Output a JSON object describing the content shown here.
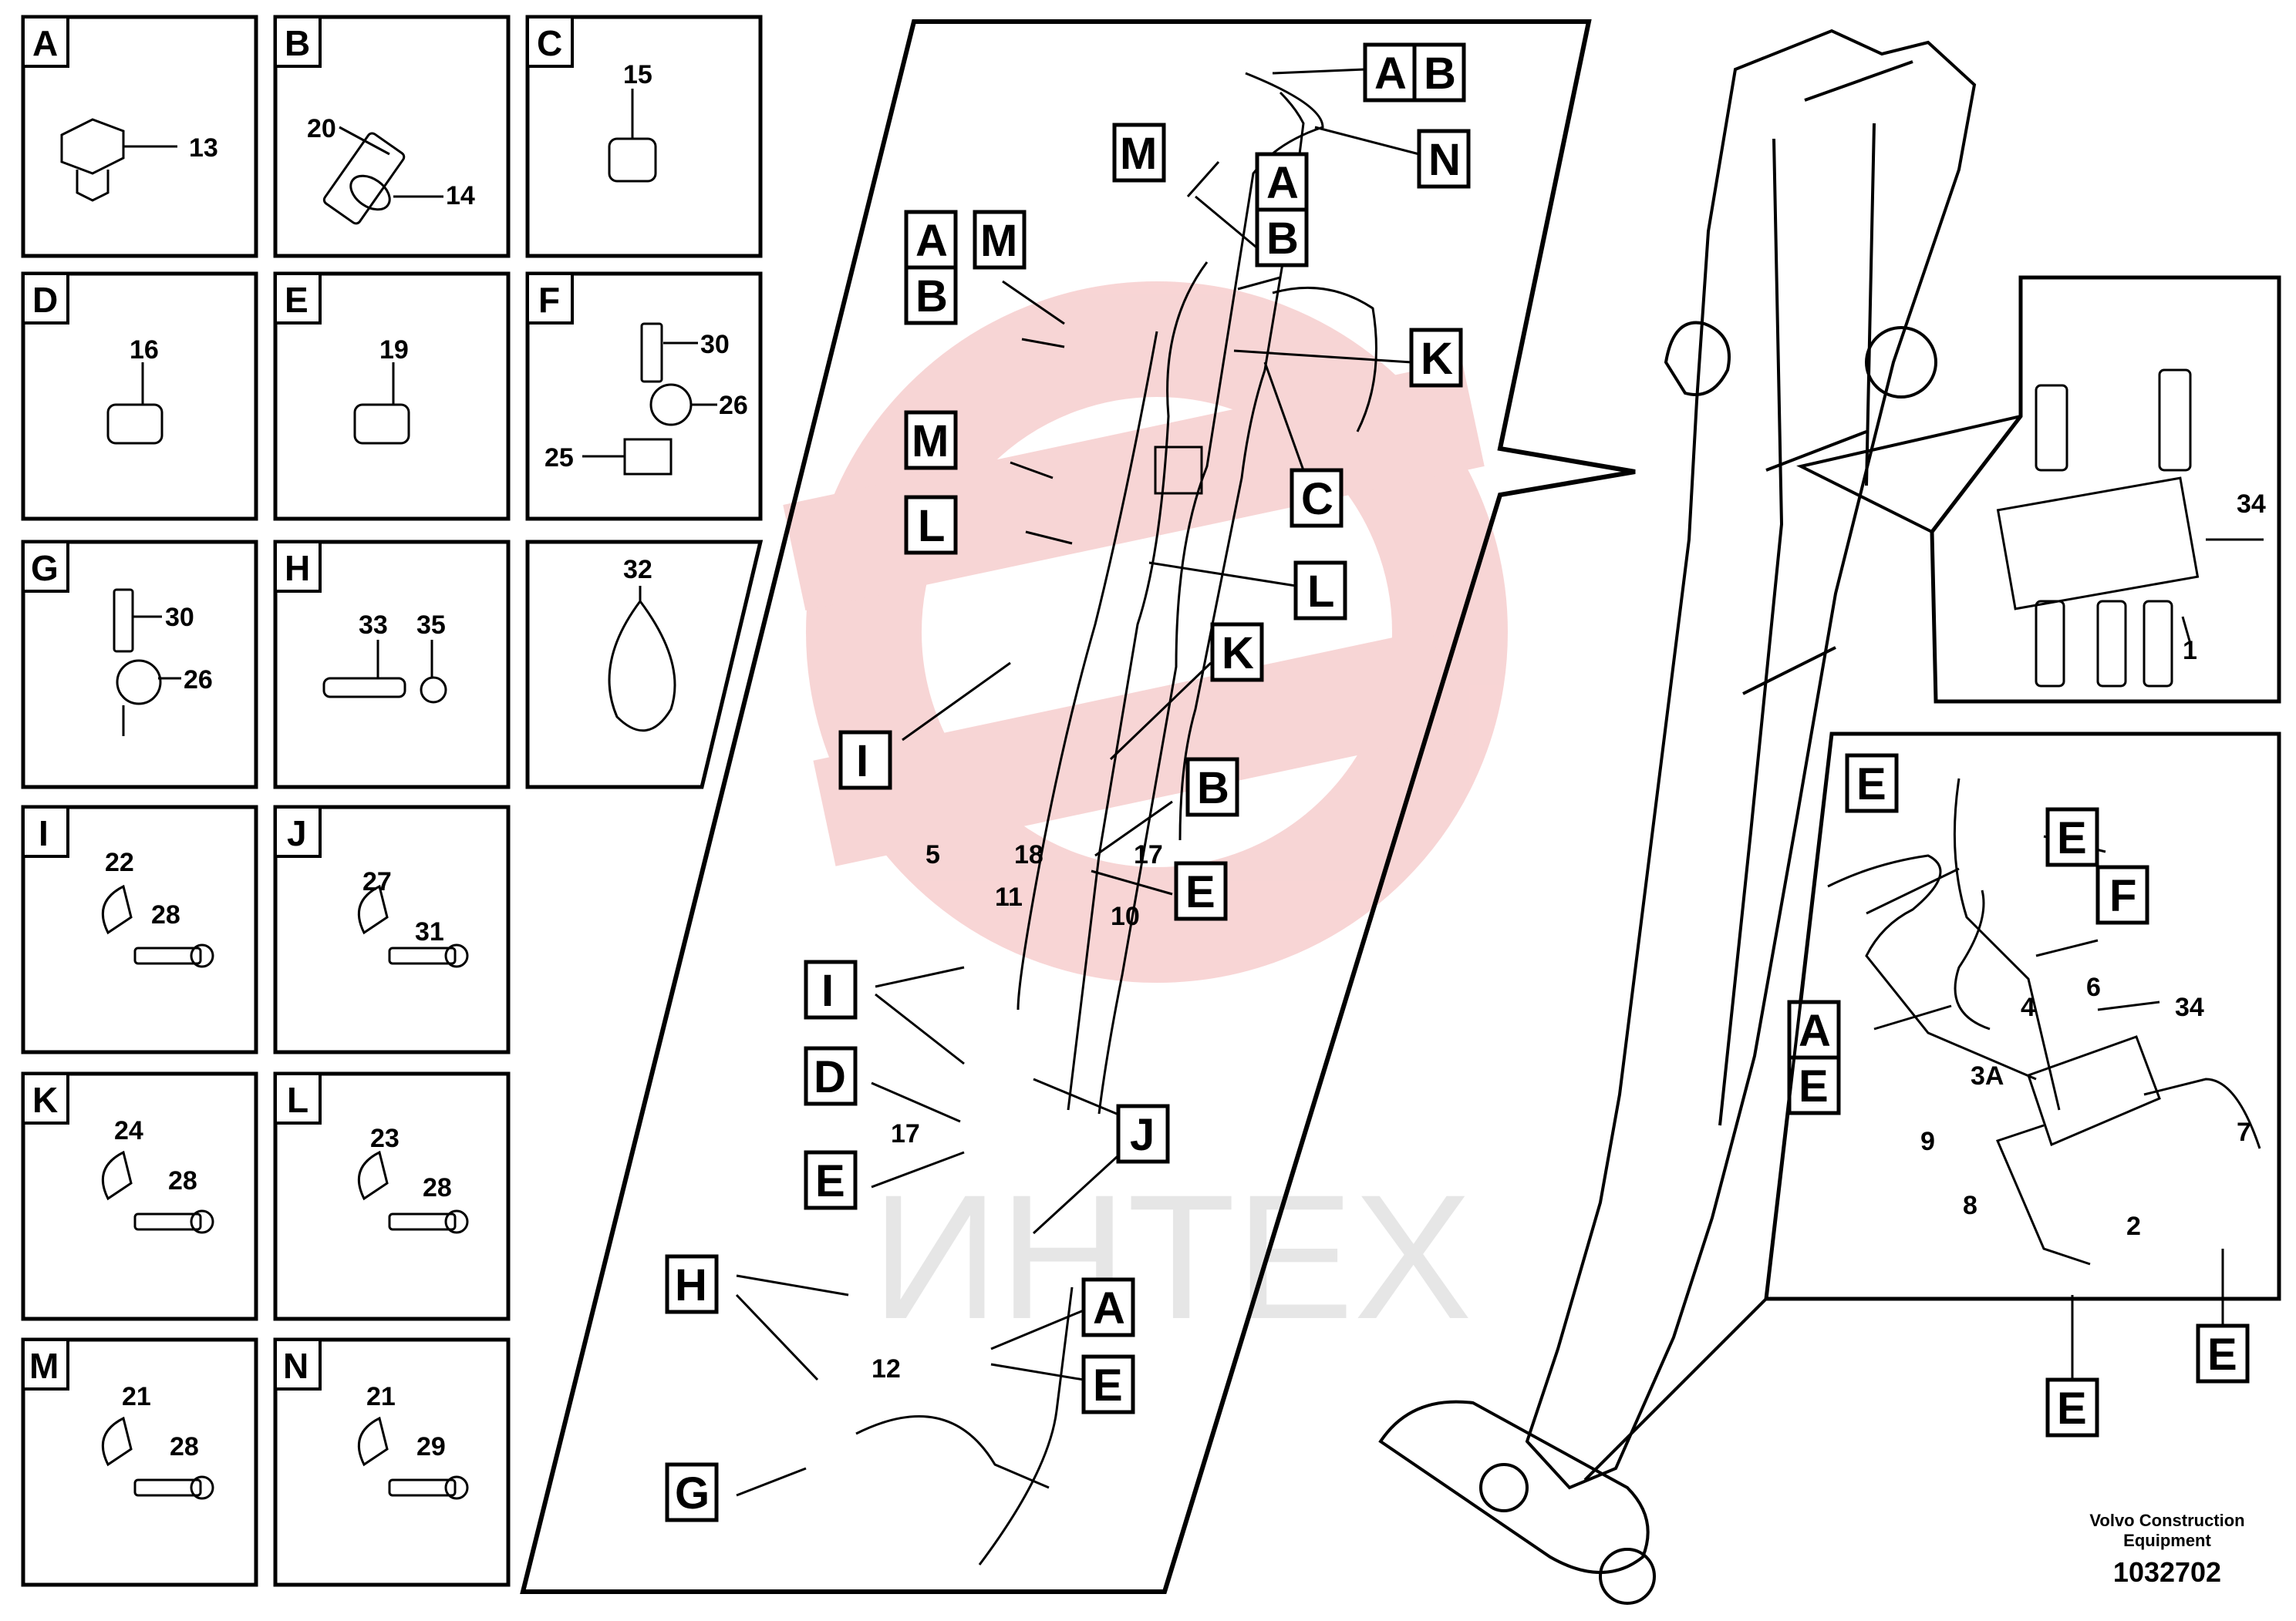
{
  "watermark": {
    "text": "ИНТЕХ",
    "color": "#e8a0a0"
  },
  "colors": {
    "line": "#000000",
    "background": "#ffffff",
    "watermark": "#f4b8b8"
  },
  "parts_grid": [
    {
      "letter": "A",
      "numbers": [
        "13"
      ]
    },
    {
      "letter": "B",
      "numbers": [
        "20",
        "14"
      ]
    },
    {
      "letter": "C",
      "numbers": [
        "15"
      ]
    },
    {
      "letter": "D",
      "numbers": [
        "16"
      ]
    },
    {
      "letter": "E",
      "numbers": [
        "19"
      ]
    },
    {
      "letter": "F",
      "numbers": [
        "30",
        "26",
        "25"
      ]
    },
    {
      "letter": "G",
      "numbers": [
        "30",
        "26"
      ]
    },
    {
      "letter": "H",
      "numbers": [
        "33",
        "35"
      ]
    },
    {
      "letter": "",
      "numbers": [
        "32"
      ]
    },
    {
      "letter": "I",
      "numbers": [
        "22",
        "28"
      ]
    },
    {
      "letter": "J",
      "numbers": [
        "27",
        "31"
      ]
    },
    {
      "letter": "K",
      "numbers": [
        "24",
        "28"
      ]
    },
    {
      "letter": "L",
      "numbers": [
        "23",
        "28"
      ]
    },
    {
      "letter": "M",
      "numbers": [
        "21",
        "28"
      ]
    },
    {
      "letter": "N",
      "numbers": [
        "21",
        "29"
      ]
    }
  ],
  "detail_callouts": [
    "A",
    "B",
    "N",
    "M",
    "A",
    "B",
    "A",
    "M",
    "B",
    "K",
    "M",
    "C",
    "L",
    "L",
    "K",
    "I",
    "B",
    "E",
    "I",
    "D",
    "J",
    "E",
    "H",
    "A",
    "E",
    "G"
  ],
  "detail_numbers": [
    "5",
    "18",
    "17",
    "11",
    "10",
    "17",
    "12"
  ],
  "valve_inset": {
    "numbers": [
      "34",
      "1"
    ]
  },
  "hose_inset": {
    "callouts": [
      "E",
      "E",
      "F",
      "A",
      "E",
      "E",
      "E"
    ],
    "numbers": [
      "6",
      "4",
      "34",
      "3A",
      "9",
      "7",
      "8",
      "2"
    ]
  },
  "footer": {
    "company_line1": "Volvo Construction",
    "company_line2": "Equipment",
    "drawing_number": "1032702"
  }
}
